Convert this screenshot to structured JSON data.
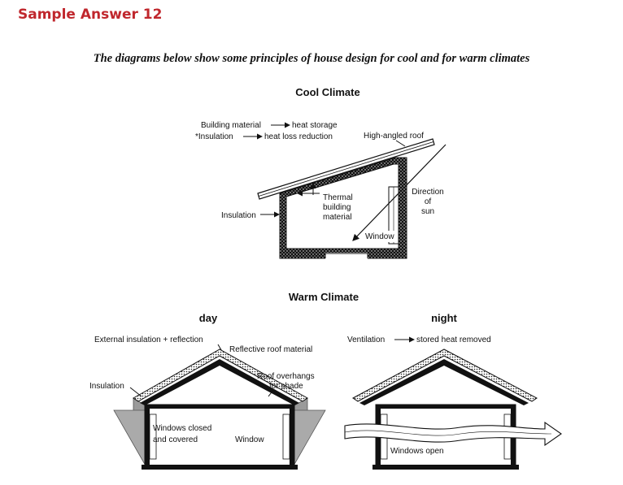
{
  "header": {
    "sample_label": "Sample Answer 12"
  },
  "subtitle": "The diagrams below show some principles of house design for cool and for warm climates",
  "cool": {
    "title": "Cool Climate",
    "legend_line1_left": "Building material",
    "legend_line1_right": "heat storage",
    "legend_line2_left": "*Insulation",
    "legend_line2_right": "heat loss reduction",
    "roof_label": "High-angled roof",
    "insulation_label": "Insulation",
    "thermal_line1": "Thermal",
    "thermal_line2": "building",
    "thermal_line3": "material",
    "sun_line1": "Direction",
    "sun_line2": "of",
    "sun_line3": "sun",
    "window_label": "Window"
  },
  "warm": {
    "title": "Warm Climate",
    "day": {
      "title": "day",
      "external_label": "External insulation + reflection",
      "reflective_label": "Reflective roof material",
      "insulation_label": "Insulation",
      "overhang_line1": "Roof overhangs",
      "overhang_line2": "for shade",
      "windows_line1": "Windows closed",
      "windows_line2": "and covered",
      "window_label": "Window"
    },
    "night": {
      "title": "night",
      "ventilation_left": "Ventilation",
      "ventilation_right": "stored heat removed",
      "windows_open": "Windows open"
    }
  }
}
